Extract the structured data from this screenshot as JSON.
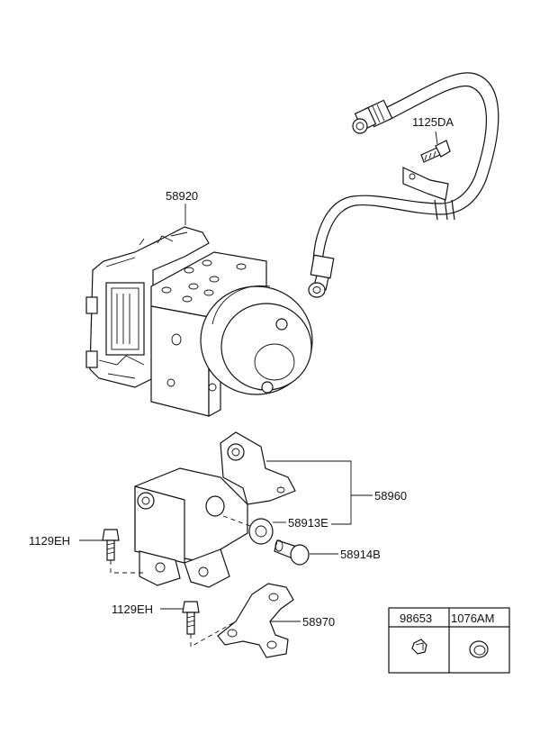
{
  "labels": {
    "abs_unit": "58920",
    "bolt_top": "1125DA",
    "bracket": "58960",
    "bushing": "58913E",
    "bolt_mid": "58914B",
    "bolt_left_upper": "1129EH",
    "bolt_left_lower": "1129EH",
    "small_bracket": "58970"
  },
  "table": {
    "headers": [
      "98653",
      "1076AM"
    ]
  }
}
